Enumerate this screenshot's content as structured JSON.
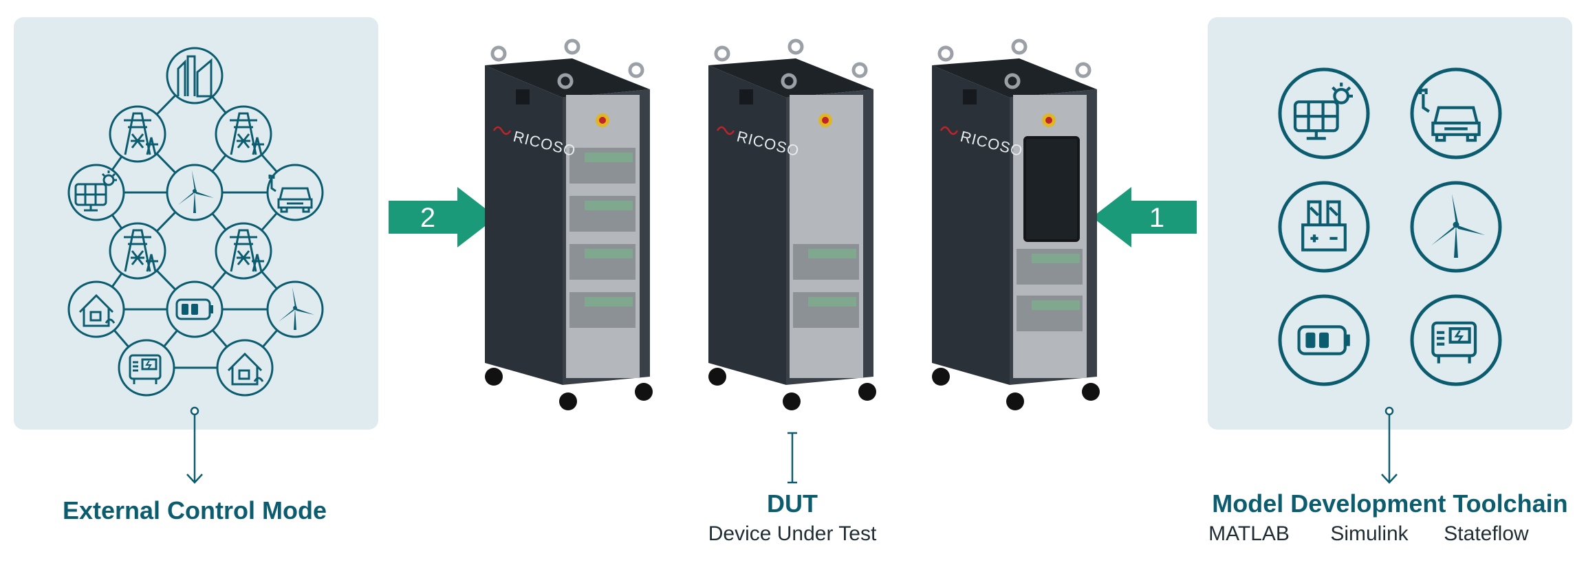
{
  "left": {
    "title": "External Control Mode"
  },
  "center": {
    "title": "DUT",
    "subtitle": "Device Under Test"
  },
  "right": {
    "title": "Model Development Toolchain",
    "tools": [
      "MATLAB",
      "Simulink",
      "Stateflow"
    ]
  },
  "arrows": {
    "left_number": "2",
    "right_number": "1"
  },
  "cabinets": {
    "brand": "RICOSO"
  },
  "icons": {
    "left_grid": [
      "factory-icon",
      "power-tower-icon",
      "power-tower-icon",
      "solar-panel-icon",
      "wind-turbine-icon",
      "electric-car-icon",
      "power-tower-icon",
      "power-tower-icon",
      "smart-home-icon",
      "battery-icon",
      "wind-turbine-icon",
      "generator-icon",
      "smart-home-icon"
    ],
    "right_grid": [
      "solar-panel-icon",
      "electric-car-icon",
      "battery-cells-icon",
      "wind-turbine-icon",
      "battery-icon",
      "generator-icon"
    ]
  },
  "colors": {
    "teal": "#0c5c70",
    "green_arrow": "#1a9a78",
    "panel_bg": "#e0ebef",
    "cabinet": "#2b3138"
  }
}
